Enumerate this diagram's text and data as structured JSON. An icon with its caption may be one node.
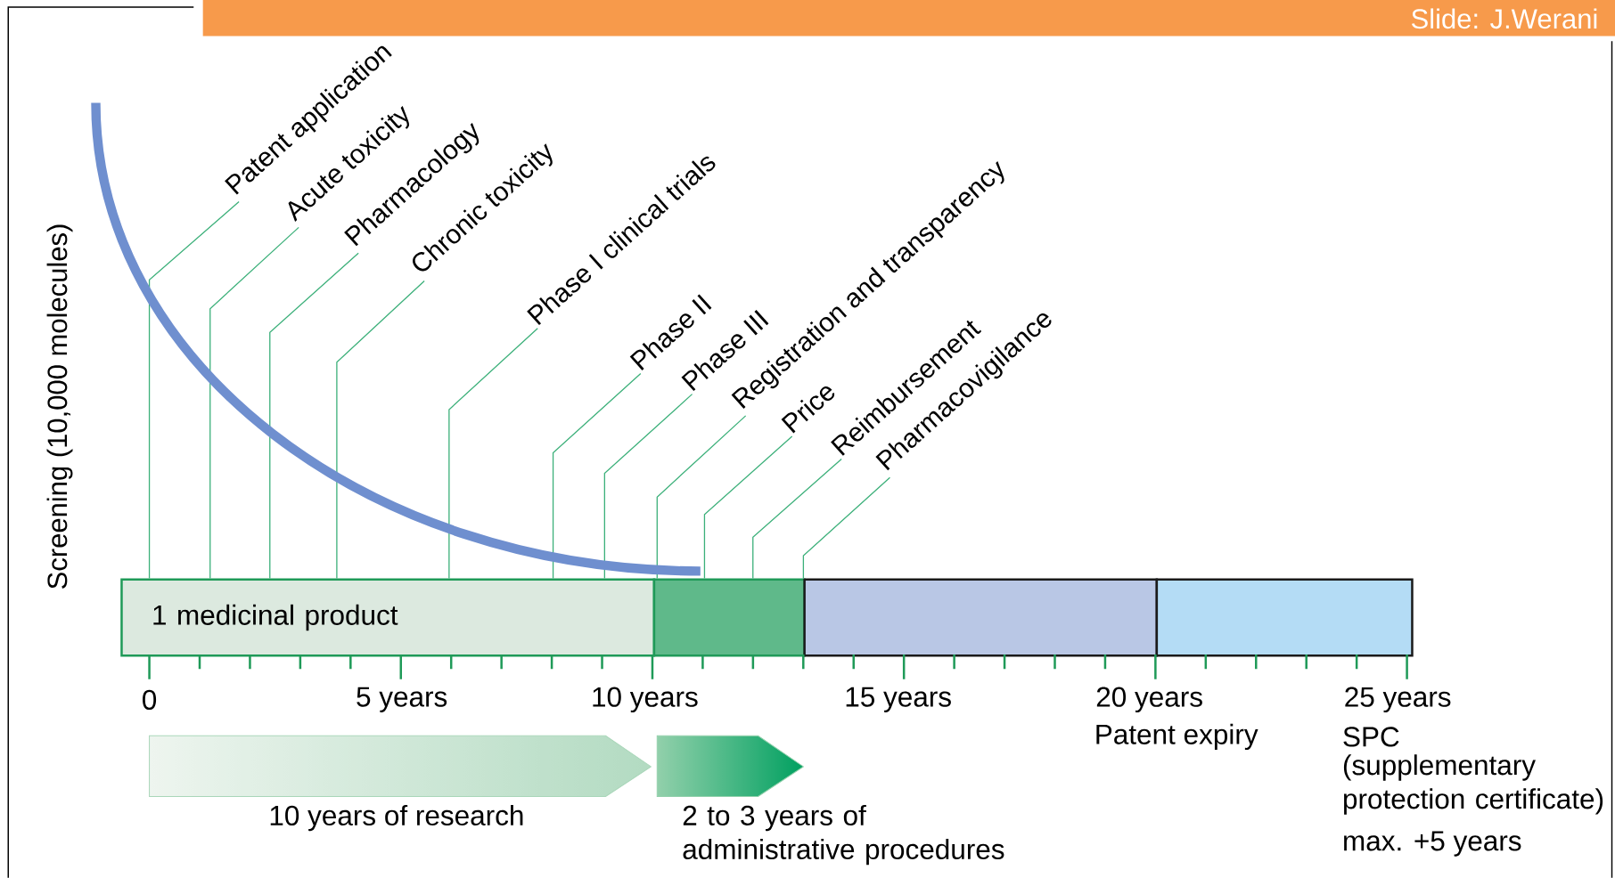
{
  "diagram": {
    "nodes": [
      {
        "text": [
          "1 medicinal product"
        ]
      },
      {
        "text": [],
        "shape": "box"
      },
      {
        "text": [],
        "shape": "box"
      },
      {
        "text": [],
        "shape": "box"
      },
      {
        "text": [
          "10 years of research"
        ]
      },
      {
        "text": [
          "2 to 3 years of administrative procedures"
        ]
      },
      {
        "text": [
          "Patent application"
        ]
      },
      {
        "text": [
          "Acute toxicity"
        ]
      },
      {
        "text": [
          "Pharmacology"
        ]
      },
      {
        "text": [
          "Chronic toxicity"
        ]
      },
      {
        "text": [
          "Phase I clinical trials"
        ]
      },
      {
        "text": [
          "Phase II"
        ]
      },
      {
        "text": [
          "Phase III"
        ]
      },
      {
        "text": [
          "Registration and transparency"
        ]
      },
      {
        "text": [
          "Price"
        ]
      },
      {
        "text": [
          "Reimbursement"
        ]
      },
      {
        "text": [
          "Pharmacovigilance"
        ]
      }
    ],
    "edges": [
      {
        "from": 6,
        "to": 0,
        "arrow": "none"
      },
      {
        "from": 7,
        "to": 0,
        "arrow": "none"
      },
      {
        "from": 8,
        "to": 0,
        "arrow": "none"
      },
      {
        "from": 9,
        "to": 0,
        "arrow": "none"
      },
      {
        "from": 10,
        "to": 0,
        "arrow": "none"
      },
      {
        "from": 11,
        "to": 0,
        "arrow": "none"
      },
      {
        "from": 12,
        "to": 0,
        "arrow": "none"
      },
      {
        "from": 13,
        "to": 1,
        "arrow": "none"
      },
      {
        "from": 14,
        "to": 1,
        "arrow": "none"
      },
      {
        "from": 15,
        "to": 1,
        "arrow": "none"
      },
      {
        "from": 16,
        "to": 1,
        "arrow": "none"
      }
    ],
    "labels": [
      "Slide: J.Werani",
      "Screening (10,000 molecules)",
      "0",
      "5 years",
      "10 years",
      "15 years",
      "20 years",
      "Patent expiry",
      "25 years",
      "SPC",
      "(supplementary protection certificate)",
      "max. +5 years"
    ]
  }
}
